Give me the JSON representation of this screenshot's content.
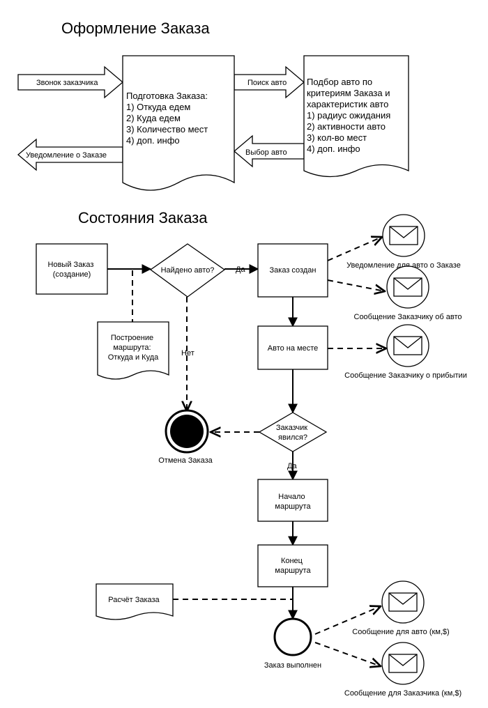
{
  "titles": {
    "order_form": "Оформление Заказа",
    "order_states": "Состояния Заказа"
  },
  "order_form": {
    "call_arrow": "Звонок заказчика",
    "notify_arrow": "Уведомление о Заказе",
    "search_arrow": "Поиск авто",
    "choose_arrow": "Выбор авто",
    "prep_doc": {
      "lines": [
        "Подготовка Заказа:",
        "1) Откуда едем",
        "2) Куда едем",
        "3) Количество мест",
        "4) доп. инфо"
      ]
    },
    "pick_doc": {
      "lines": [
        "Подбор авто по",
        "критериям Заказа и",
        "характеристик авто",
        "1) радиус ожидания",
        "2) активности авто",
        "3) кол-во мест",
        "4) доп. инфо"
      ]
    }
  },
  "states": {
    "new_order": [
      "Новый Заказ",
      "(создание)"
    ],
    "found_decision": "Найдено авто?",
    "yes1": "Да",
    "no1": "Нет",
    "route_build": [
      "Построение",
      "маршрута:",
      "Откуда и Куда"
    ],
    "order_created": "Заказ создан",
    "car_arrived": "Авто на месте",
    "customer_decision": [
      "Заказчик",
      "явился?"
    ],
    "yes2": "Да",
    "route_start": [
      "Начало",
      "маршрута"
    ],
    "route_end": [
      "Конец",
      "маршрута"
    ],
    "cost_calc": "Расчёт Заказа",
    "cancel": "Отмена Заказа",
    "done": "Заказ выполнен",
    "msg_notify_car": "Уведомление для авто о Заказе",
    "msg_customer_car": "Сообщение Заказчику об авто",
    "msg_customer_arrival": "Сообщение Заказчику о прибытии",
    "msg_car_km": "Сообщение для авто (км,$)",
    "msg_customer_km": "Сообщение для Заказчика (км,$)"
  }
}
